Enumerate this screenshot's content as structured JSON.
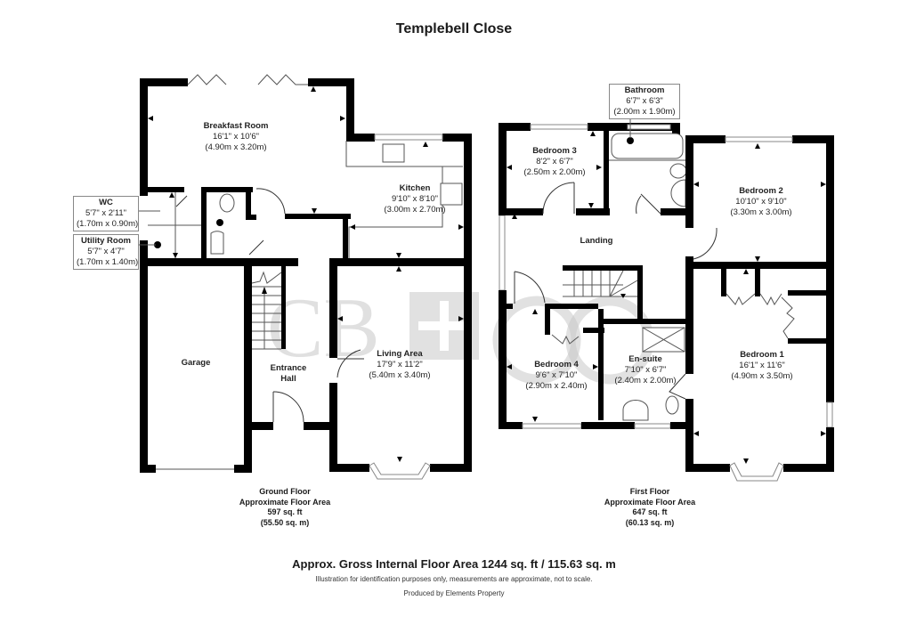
{
  "title": "Templebell Close",
  "ground_floor": {
    "rooms": [
      {
        "name": "Breakfast Room",
        "imperial": "16'1\" x 10'6\"",
        "metric": "(4.90m x 3.20m)"
      },
      {
        "name": "Kitchen",
        "imperial": "9'10\" x 8'10\"",
        "metric": "(3.00m x 2.70m)"
      },
      {
        "name": "WC",
        "imperial": "5'7\" x 2'11\"",
        "metric": "(1.70m x 0.90m)"
      },
      {
        "name": "Utility Room",
        "imperial": "5'7\" x 4'7\"",
        "metric": "(1.70m x 1.40m)"
      },
      {
        "name": "Garage",
        "imperial": "",
        "metric": ""
      },
      {
        "name": "Entrance",
        "name2": "Hall"
      },
      {
        "name": "Living Area",
        "imperial": "17'9\" x 11'2\"",
        "metric": "(5.40m x 3.40m)"
      }
    ],
    "info": {
      "label": "Ground Floor",
      "area_label": "Approximate Floor Area",
      "sq_ft": "597 sq. ft",
      "sq_m": "(55.50 sq. m)"
    }
  },
  "first_floor": {
    "rooms": [
      {
        "name": "Bathroom",
        "imperial": "6'7\" x 6'3\"",
        "metric": "(2.00m x 1.90m)"
      },
      {
        "name": "Bedroom 3",
        "imperial": "8'2\" x 6'7\"",
        "metric": "(2.50m x 2.00m)"
      },
      {
        "name": "Bedroom 2",
        "imperial": "10'10\" x 9'10\"",
        "metric": "(3.30m x 3.00m)"
      },
      {
        "name": "Landing"
      },
      {
        "name": "Bedroom 4",
        "imperial": "9'6\" x 7'10\"",
        "metric": "(2.90m x 2.40m)"
      },
      {
        "name": "En-suite",
        "imperial": "7'10\" x 6'7\"",
        "metric": "(2.40m x 2.00m)"
      },
      {
        "name": "Bedroom 1",
        "imperial": "16'1\" x 11'6\"",
        "metric": "(4.90m x 3.50m)"
      }
    ],
    "info": {
      "label": "First Floor",
      "area_label": "Approximate Floor Area",
      "sq_ft": "647 sq. ft",
      "sq_m": "(60.13 sq. m)"
    }
  },
  "footer": {
    "gross_area": "Approx. Gross Internal Floor Area 1244 sq. ft / 115.63 sq. m",
    "disclaimer": "Illustration for identification purposes only, measurements are approximate, not to scale.",
    "produced_by": "Produced by Elements Property"
  },
  "watermark": {
    "text": "CB+CO"
  },
  "colors": {
    "walls": "#000000",
    "lines": "#555555",
    "watermark": "#c8c8c8",
    "background": "#ffffff"
  }
}
